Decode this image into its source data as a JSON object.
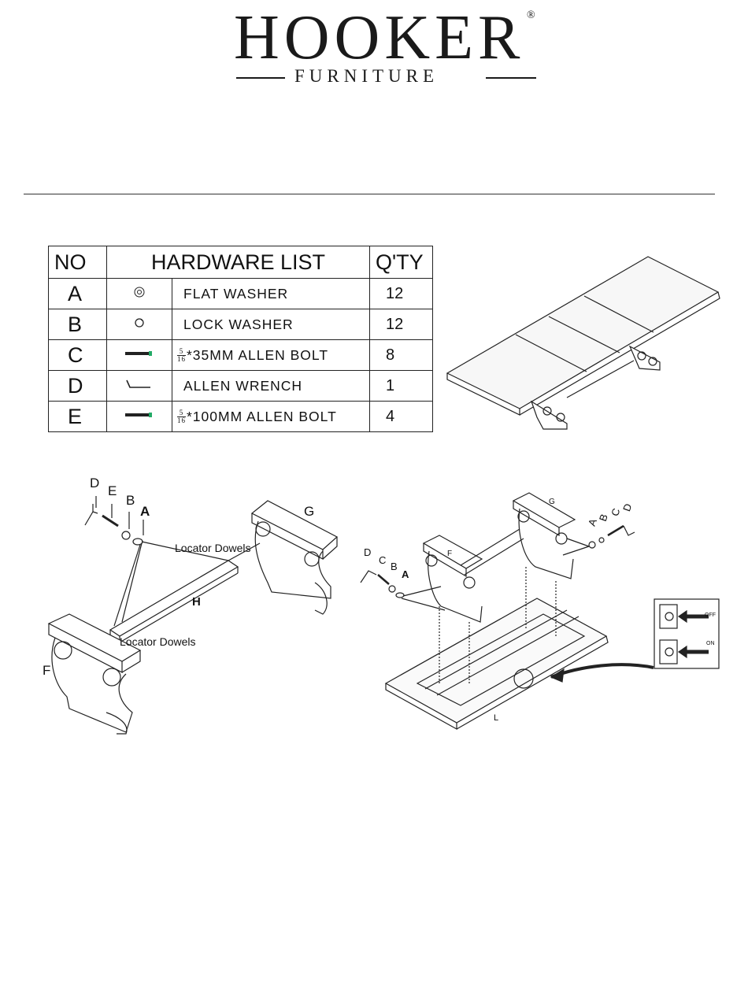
{
  "brand": {
    "name": "HOOKER",
    "registered": "®",
    "subtitle": "FURNITURE"
  },
  "hardware_table": {
    "headers": {
      "no": "NO",
      "list": "HARDWARE LIST",
      "qty": "Q'TY"
    },
    "rows": [
      {
        "no": "A",
        "icon": "flat-washer-icon",
        "frac_num": "",
        "frac_den": "",
        "name": "FLAT  WASHER",
        "qty": "12"
      },
      {
        "no": "B",
        "icon": "lock-washer-icon",
        "frac_num": "",
        "frac_den": "",
        "name": "LOCK  WASHER",
        "qty": "12"
      },
      {
        "no": "C",
        "icon": "allen-bolt-short-icon",
        "frac_num": "5",
        "frac_den": "16",
        "name": "*35MM ALLEN BOLT",
        "qty": "8"
      },
      {
        "no": "D",
        "icon": "allen-wrench-icon",
        "frac_num": "",
        "frac_den": "",
        "name": "ALLEN  WRENCH",
        "qty": "1"
      },
      {
        "no": "E",
        "icon": "allen-bolt-long-icon",
        "frac_num": "5",
        "frac_den": "16",
        "name": "*100MM ALLEN BOLT",
        "qty": "4"
      }
    ]
  },
  "diagram_left": {
    "labels": {
      "d": "D",
      "e": "E",
      "b": "B",
      "a": "A",
      "g": "G",
      "h": "H",
      "f": "F",
      "locator_top": "Locator Dowels",
      "locator_bottom": "Locator Dowels"
    }
  },
  "diagram_right": {
    "labels": {
      "d": "D",
      "c": "C",
      "b": "B",
      "a": "A",
      "f": "F",
      "g": "G",
      "l": "L",
      "a2": "A",
      "b2": "B",
      "c2": "C",
      "d2": "D",
      "off": "OFF",
      "on": "ON"
    }
  }
}
